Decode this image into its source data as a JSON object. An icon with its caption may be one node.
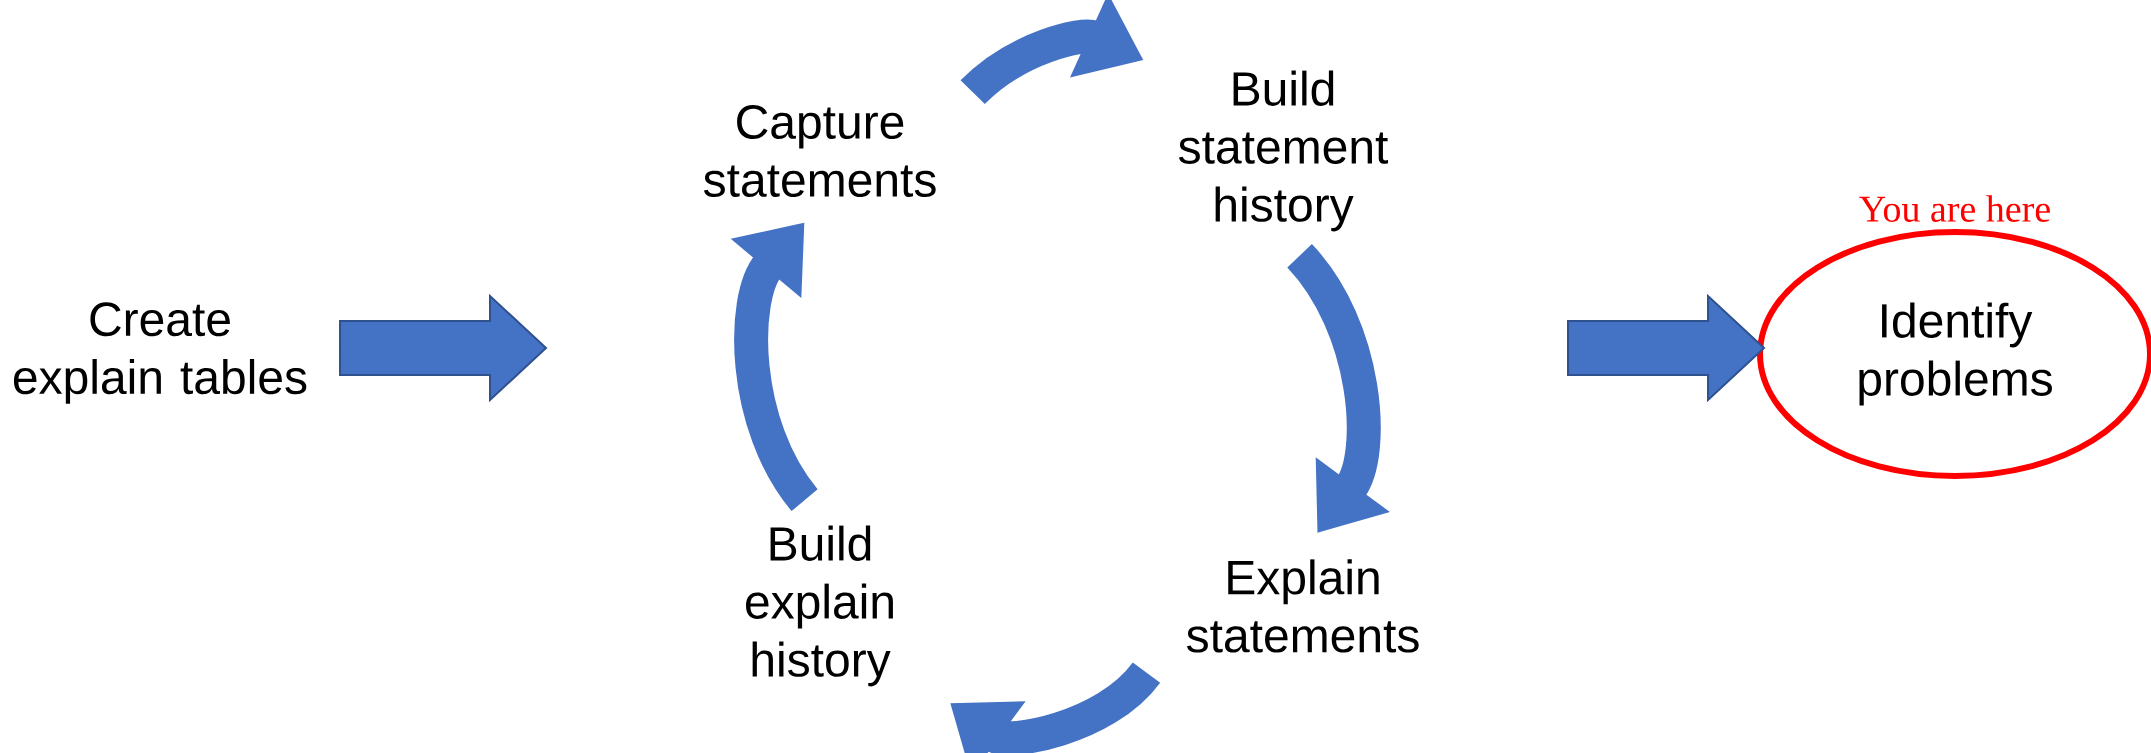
{
  "diagram": {
    "nodes": [
      {
        "text": [
          "Create explain tables"
        ]
      },
      {
        "text": [
          "Capture statements"
        ]
      },
      {
        "text": [
          "Build statement history"
        ]
      },
      {
        "text": [
          "Explain statements"
        ]
      },
      {
        "text": [
          "Build explain history"
        ]
      },
      {
        "text": [
          "Identify problems"
        ],
        "beside": [
          "You are here"
        ]
      }
    ],
    "edges": [
      {
        "from": 0,
        "to": null,
        "arrow": "to"
      },
      {
        "from": 1,
        "to": 2,
        "arrow": "to"
      },
      {
        "from": 2,
        "to": 3,
        "arrow": "to"
      },
      {
        "from": 3,
        "to": 4,
        "arrow": "to"
      },
      {
        "from": 4,
        "to": 1,
        "arrow": "to"
      },
      {
        "from": null,
        "to": 5,
        "arrow": "to"
      }
    ]
  }
}
